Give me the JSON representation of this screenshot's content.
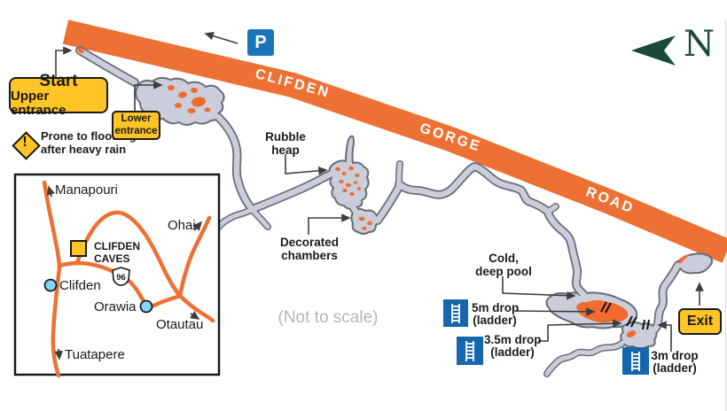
{
  "road": {
    "segments": [
      "CLIFDEN",
      "GORGE",
      "ROAD"
    ]
  },
  "signs": {
    "parking": "P",
    "north": "N",
    "exit": "Exit"
  },
  "labels": {
    "start": {
      "title": "Start",
      "subtitle": "Upper entrance"
    },
    "flood_warning": {
      "icon_mark": "!",
      "line1": "Prone to flooding",
      "line2": "after heavy rain"
    },
    "lower_entrance": {
      "line1": "Lower",
      "line2": "entrance"
    },
    "rubble_heap": {
      "line1": "Rubble",
      "line2": "heap"
    },
    "decorated_chambers": {
      "line1": "Decorated",
      "line2": "chambers"
    },
    "cold_pool": {
      "line1": "Cold,",
      "line2": "deep pool"
    },
    "drop_5m": {
      "line1": "5m drop",
      "line2": "(ladder)"
    },
    "drop_3_5m": {
      "line1": "3.5m drop",
      "line2": "(ladder)"
    },
    "drop_3m": {
      "line1": "3m drop",
      "line2": "(ladder)"
    },
    "scale_note": "(Not to scale)"
  },
  "inset": {
    "towns": {
      "manapouri": "Manapouri",
      "ohai": "Ohai",
      "clifden": "Clifden",
      "orawia": "Orawia",
      "otautau": "Otautau",
      "tuatapere": "Tuatapere"
    },
    "caves_label": {
      "line1": "CLIFDEN",
      "line2": "CAVES"
    },
    "highway_number": "96"
  },
  "colors": {
    "road_orange": "#ED7134",
    "cave_fill": "#C9CEDA",
    "cave_outline": "#676C76",
    "deposit_orange": "#F26A2E",
    "marker_yellow": "#FFC425",
    "sign_blue": "#1B75BB",
    "ladder_blue": "#1666AE",
    "north_green": "#1C4A3A",
    "town_dot_blue": "#7FD6F2"
  }
}
